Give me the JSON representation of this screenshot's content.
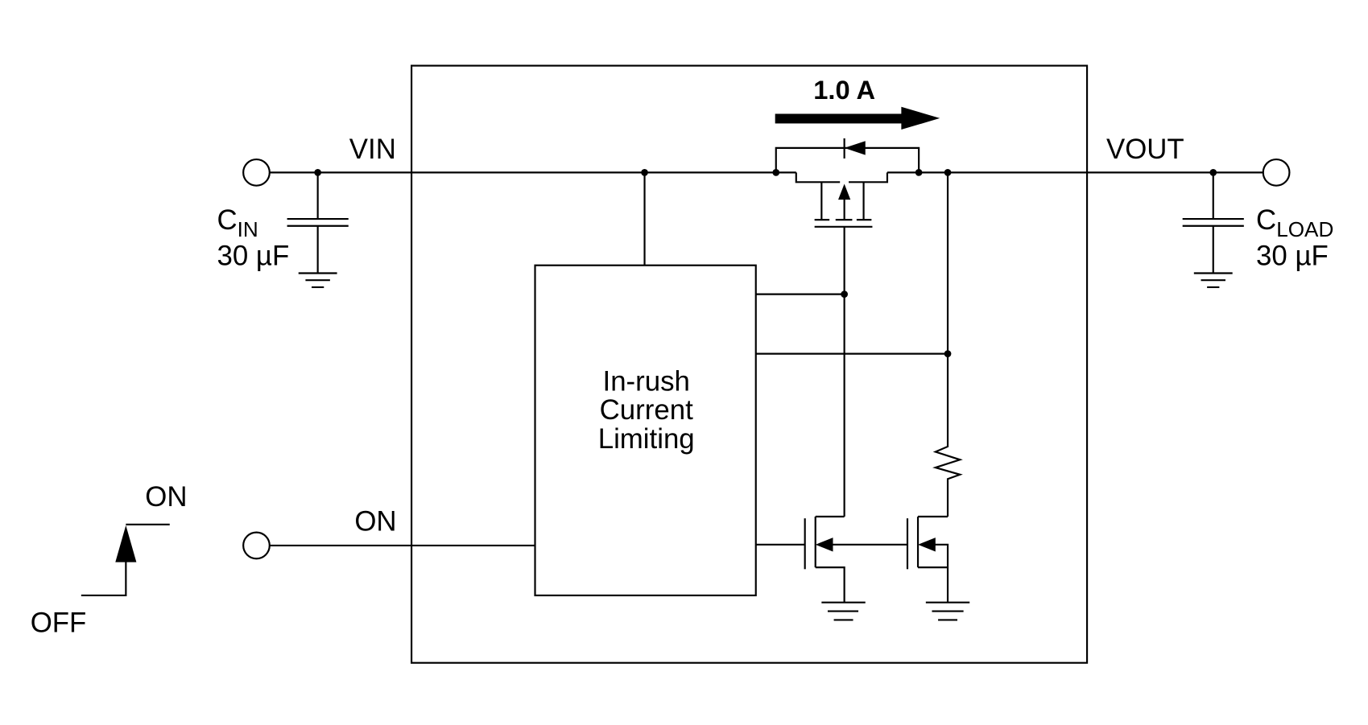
{
  "labels": {
    "vin": "VIN",
    "vout": "VOUT",
    "on_pin": "ON",
    "current": "1.0 A",
    "block_line1": "In-rush",
    "block_line2": "Current",
    "block_line3": "Limiting",
    "cin_main": "C",
    "cin_sub": "IN",
    "cin_value": "30 µF",
    "cload_main": "C",
    "cload_sub": "LOAD",
    "cload_value": "30 µF",
    "switch_on": "ON",
    "switch_off": "OFF"
  }
}
